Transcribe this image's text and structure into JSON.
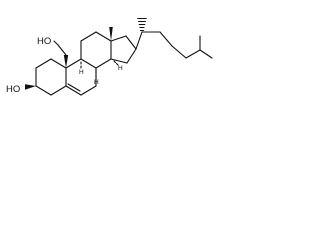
{
  "molecule": {
    "labels": {
      "oh_top": "HO",
      "oh_left": "HO",
      "h_c8": "H",
      "h_c9": "H",
      "h_c14": "H"
    },
    "stroke_color": "#111111",
    "background": "#ffffff"
  }
}
